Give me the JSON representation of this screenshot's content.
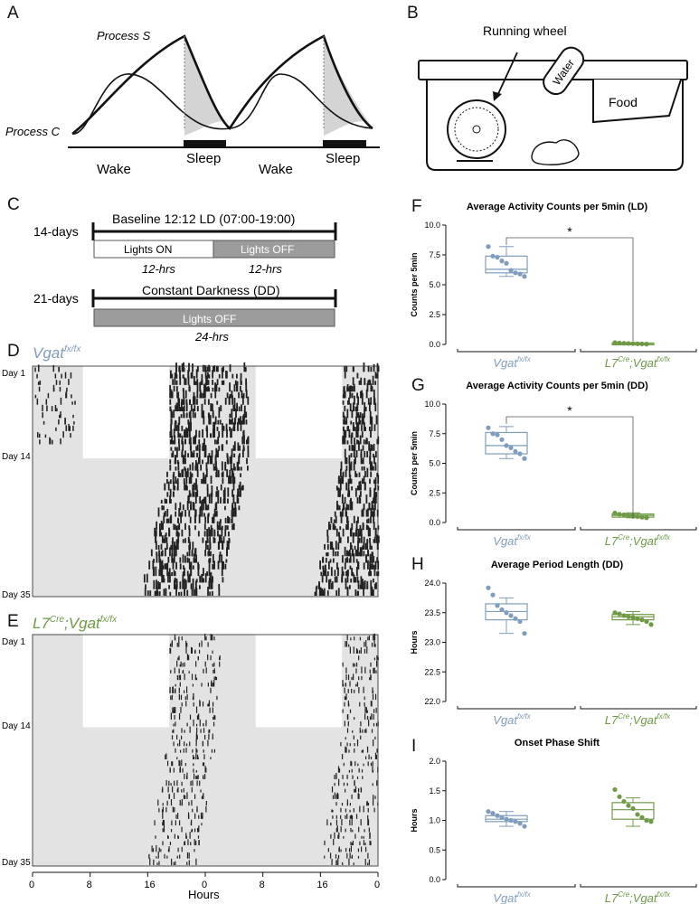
{
  "panels": {
    "a": "A",
    "b": "B",
    "c": "C",
    "d": "D",
    "e": "E",
    "f": "F",
    "g": "G",
    "h": "H",
    "i": "I"
  },
  "panel_a": {
    "process_s": "Process S",
    "process_c": "Process C",
    "phases": [
      "Wake",
      "Sleep",
      "Wake",
      "Sleep"
    ]
  },
  "panel_b": {
    "running_wheel": "Running wheel",
    "water": "Water",
    "food": "Food"
  },
  "panel_c": {
    "baseline_days": "14-days",
    "baseline_title": "Baseline 12:12 LD (07:00-19:00)",
    "lights_on": "Lights ON",
    "lights_off": "Lights OFF",
    "hrs12_a": "12-hrs",
    "hrs12_b": "12-hrs",
    "dd_days": "21-days",
    "dd_title": "Constant Darkness (DD)",
    "dd_lights_off": "Lights OFF",
    "hrs24": "24-hrs"
  },
  "actograms": {
    "d_genotype": "Vgat",
    "d_genotype_sup": "fx/fx",
    "e_genotype_pre": "L7",
    "e_genotype_pre_sup": "Cre",
    "e_genotype_mid": ";Vgat",
    "e_genotype_sup": "fx/fx",
    "day1": "Day 1",
    "day14": "Day 14",
    "day35": "Day 35",
    "x_ticks": [
      "0",
      "8",
      "16",
      "0",
      "8",
      "16",
      "0"
    ],
    "x_label": "Hours"
  },
  "groups": {
    "ctrl": "Vgat",
    "ctrl_sup": "fx/fx",
    "ko_pre": "L7",
    "ko_pre_sup": "Cre",
    "ko_mid": ";Vgat",
    "ko_sup": "fx/fx"
  },
  "colors": {
    "control": "#7f9dbd",
    "knockout": "#6e9a46",
    "shade": "#e3e3e3",
    "box_s": "#d8d8d8"
  },
  "chart_data": [
    {
      "panel": "F",
      "type": "box",
      "title": "Average Activity Counts per 5min (LD)",
      "ylabel": "Counts per 5min",
      "ylim": [
        0,
        10
      ],
      "yticks": [
        "0.0",
        "2.5",
        "5.0",
        "7.5",
        "10.0"
      ],
      "significance": "*",
      "series": [
        {
          "values": [
            8.2,
            7.4,
            7.3,
            7.0,
            6.8,
            6.2,
            6.0,
            5.9,
            5.7
          ],
          "box": {
            "q1": 6.0,
            "median": 6.3,
            "q3": 7.4,
            "min": 5.7,
            "max": 8.2
          }
        },
        {
          "values": [
            0.15,
            0.12,
            0.1,
            0.08,
            0.07,
            0.05,
            0.04,
            0.03
          ],
          "box": {
            "q1": 0.05,
            "median": 0.08,
            "q3": 0.12,
            "min": 0.03,
            "max": 0.15
          }
        }
      ]
    },
    {
      "panel": "G",
      "type": "box",
      "title": "Average Activity Counts per 5min (DD)",
      "ylabel": "Counts per 5min",
      "ylim": [
        0,
        10
      ],
      "yticks": [
        "0.0",
        "2.5",
        "5.0",
        "7.5",
        "10.0"
      ],
      "significance": "*",
      "series": [
        {
          "values": [
            8.0,
            7.5,
            7.4,
            7.0,
            6.5,
            6.3,
            6.0,
            5.8,
            5.4
          ],
          "box": {
            "q1": 5.8,
            "median": 6.5,
            "q3": 7.6,
            "min": 5.4,
            "max": 8.1
          }
        },
        {
          "values": [
            0.8,
            0.7,
            0.65,
            0.6,
            0.55,
            0.5,
            0.45,
            0.4
          ],
          "box": {
            "q1": 0.45,
            "median": 0.6,
            "q3": 0.72,
            "min": 0.4,
            "max": 0.82
          }
        }
      ]
    },
    {
      "panel": "H",
      "type": "box",
      "title": "Average Period Length (DD)",
      "ylabel": "Hours",
      "ylim": [
        22,
        24
      ],
      "yticks": [
        "22.0",
        "22.5",
        "23.0",
        "23.5",
        "24.0"
      ],
      "significance": "",
      "series": [
        {
          "values": [
            23.92,
            23.8,
            23.62,
            23.55,
            23.5,
            23.45,
            23.4,
            23.35,
            23.15
          ],
          "box": {
            "q1": 23.38,
            "median": 23.52,
            "q3": 23.65,
            "min": 23.15,
            "max": 23.75
          }
        },
        {
          "values": [
            23.5,
            23.48,
            23.45,
            23.43,
            23.42,
            23.4,
            23.38,
            23.35,
            23.3
          ],
          "box": {
            "q1": 23.38,
            "median": 23.43,
            "q3": 23.47,
            "min": 23.3,
            "max": 23.52
          }
        }
      ]
    },
    {
      "panel": "I",
      "type": "box",
      "title": "Onset Phase Shift",
      "ylabel": "Hours",
      "ylim": [
        0,
        2
      ],
      "yticks": [
        "0.0",
        "0.5",
        "1.0",
        "1.5",
        "2.0"
      ],
      "significance": "",
      "series": [
        {
          "values": [
            1.15,
            1.12,
            1.08,
            1.05,
            1.02,
            1.0,
            0.98,
            0.95,
            0.9
          ],
          "box": {
            "q1": 0.98,
            "median": 1.02,
            "q3": 1.08,
            "min": 0.9,
            "max": 1.15
          }
        },
        {
          "values": [
            1.52,
            1.4,
            1.32,
            1.25,
            1.2,
            1.1,
            1.05,
            1.0,
            0.98
          ],
          "box": {
            "q1": 1.02,
            "median": 1.18,
            "q3": 1.3,
            "min": 0.9,
            "max": 1.38
          }
        }
      ]
    }
  ]
}
